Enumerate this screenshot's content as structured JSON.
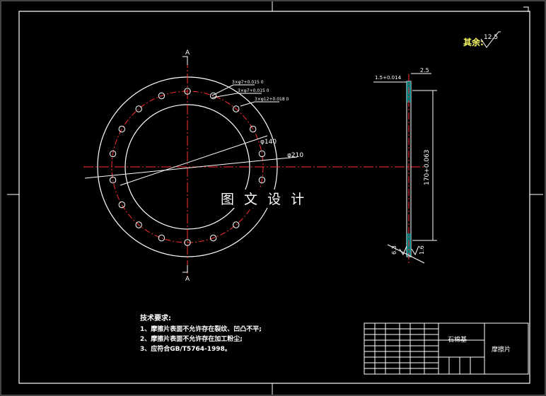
{
  "drawing": {
    "roughness_label": "其余:",
    "roughness_value": "12.5",
    "section_label_top": "A",
    "section_label_bottom": "A",
    "watermark": "图 文 设 计",
    "dim_dia140": "φ140",
    "dim_dia210": "φ210",
    "hole_callouts": [
      "3×φ7+0.015 0",
      "3×φ7+0.015 0",
      "3×φ12+0.018 0"
    ],
    "side_dim_top": "1.5+0.014",
    "side_dim_thick": "2.5",
    "side_dim_dia": "170+0.063",
    "side_tol_left": "6.3",
    "side_tol_right": "1.6"
  },
  "notes": {
    "title": "技术要求:",
    "items": [
      "1、摩擦片表面不允许存在裂纹、凹凸不平;",
      "2、摩擦片表面不允许存在加工粉尘;",
      "3、应符合GB/T5764-1998。"
    ]
  },
  "title_block": {
    "material": "石棉基",
    "part_name": "摩擦片"
  },
  "colors": {
    "background": "#000000",
    "line": "#ffffff",
    "centerline": "#ff0000",
    "dimension": "#ffffff",
    "hatch": "#00ffff"
  }
}
